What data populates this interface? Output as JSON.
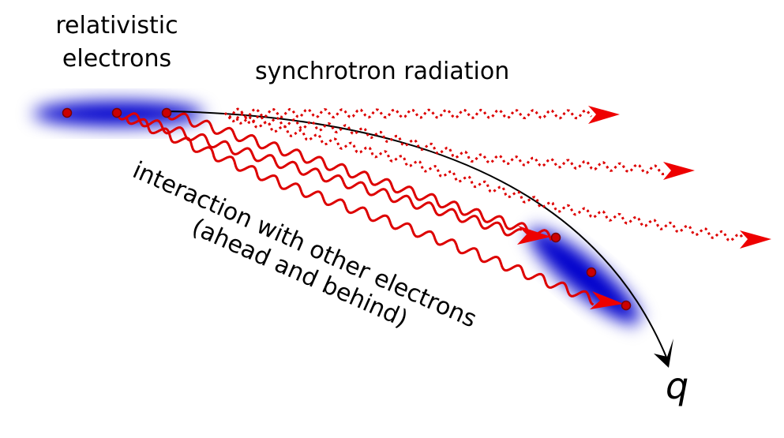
{
  "labels": {
    "electrons_line1": "relativistic",
    "electrons_line2": "electrons",
    "radiation": "synchrotron radiation",
    "interaction_line1": "interaction with other electrons",
    "interaction_line2": "(ahead and behind)",
    "coordinate": "q"
  },
  "colors": {
    "bunch": "#0000cc",
    "radiation": "#dd0000",
    "electron": "#cc0000",
    "trajectory": "#000000"
  },
  "icons": {
    "electron_dot": "filled-circle",
    "trajectory_arrowhead": "open-arrowhead",
    "radiation_arrowhead": "filled-arrowhead"
  }
}
